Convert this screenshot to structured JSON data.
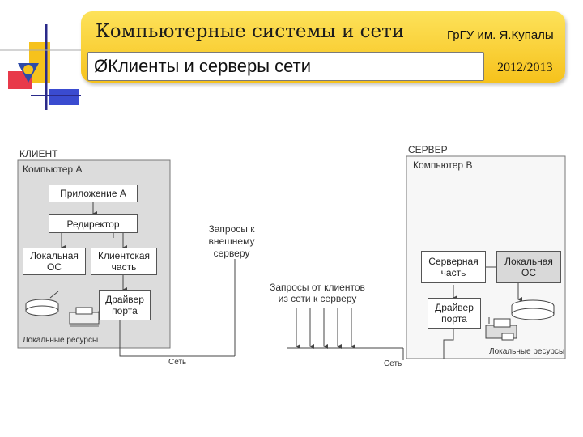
{
  "header": {
    "title": "Компьютерные системы и сети",
    "org": "ГрГУ им. Я.Купалы",
    "subtitle": "Клиенты и серверы сети",
    "year": "2012/2013"
  },
  "diagram": {
    "client": {
      "section_label": "КЛИЕНТ",
      "computer_label": "Компьютер А",
      "app": "Приложение А",
      "redirector": "Редиректор",
      "local_os": "Локальная\nОС",
      "client_part": "Клиентская\nчасть",
      "driver": "Драйвер\nпорта",
      "local_resources": "Локальные ресурсы",
      "network": "Сеть"
    },
    "requests_external": "Запросы к\nвнешнему\nсерверу",
    "requests_clients": "Запросы от клиентов\nиз сети к серверу",
    "server": {
      "section_label": "СЕРВЕР",
      "computer_label": "Компьютер В",
      "server_part": "Серверная\nчасть",
      "local_os": "Локальная\nОС",
      "driver": "Драйвер\nпорта",
      "local_resources": "Локальные ресурсы",
      "network": "Сеть"
    }
  }
}
